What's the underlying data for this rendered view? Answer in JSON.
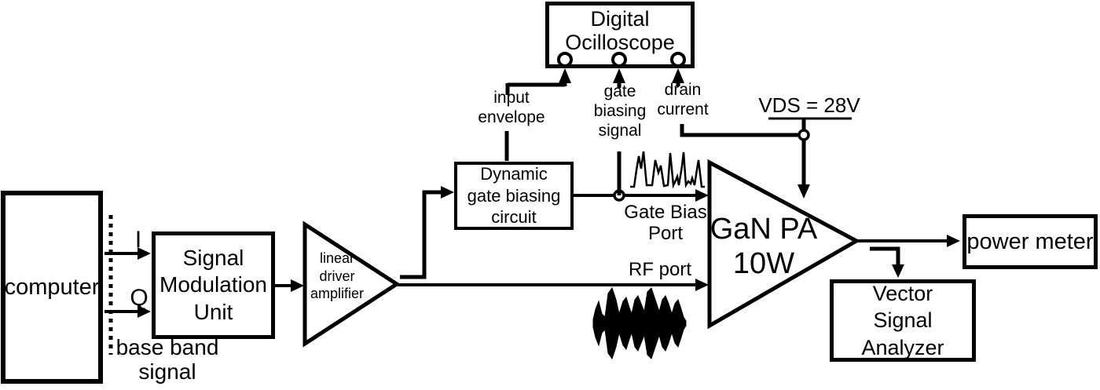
{
  "blocks": {
    "computer": {
      "label": "computer"
    },
    "signal_modulation_unit": {
      "label": "Signal\nModulation\nUnit"
    },
    "linear_driver_amplifier": {
      "label": "linear\ndriver\namplifier"
    },
    "dynamic_gate_biasing": {
      "label": "Dynamic\ngate biasing\ncircuit"
    },
    "digital_oscilloscope": {
      "label": "Digital\nOcilloscope"
    },
    "gan_pa": {
      "label": "GaN PA\n10W"
    },
    "power_meter": {
      "label": "power meter"
    },
    "vector_signal_analyzer": {
      "label": "Vector\nSignal\nAnalyzer"
    }
  },
  "labels": {
    "i_channel": "I",
    "q_channel": "Q",
    "base_band_signal": "base band\nsignal",
    "input_envelope": "input\nenvelope",
    "gate_biasing_signal": "gate\nbiasing\nsignal",
    "drain_current": "drain\ncurrent",
    "vds_supply": "VDS = 28V",
    "gate_bias_port": "Gate Bias\nPort",
    "rf_port": "RF port"
  },
  "colors": {
    "line": "#000000",
    "background": "#ffffff"
  }
}
